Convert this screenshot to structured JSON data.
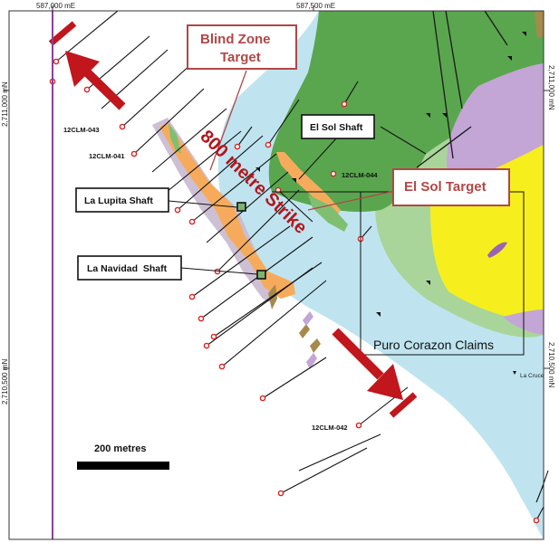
{
  "map": {
    "easting_labels": [
      "587,000 mE",
      "587,500 mE"
    ],
    "northing_labels": [
      "2,711,000 mN",
      "2,710,500 mN"
    ],
    "drill_holes": [
      "12CLM-043",
      "12CLM-041",
      "12CLM-044",
      "12CLM-042"
    ],
    "shafts": [
      "La Lupita Shaft",
      "La Navidad  Shaft",
      "El Sol Shaft"
    ],
    "targets": {
      "blind_zone_line1": "Blind Zone",
      "blind_zone_line2": "Target",
      "el_sol": "El Sol Target"
    },
    "strike_label": "800 metre Strike",
    "claims_label": "Puro Corazon Claims",
    "scale_label": "200 metres",
    "town_label": "La Cruce",
    "colors": {
      "cover_blue": "#bfe4f0",
      "volcanic_green": "#5aa64e",
      "light_green": "#a9d59b",
      "intrusive_purple": "#c3a5d6",
      "intrusive_yellow": "#f6ef1d",
      "vein_orange": "#f6ab5c",
      "arrow_red": "#c0161c",
      "target_text": "#b34646"
    }
  }
}
